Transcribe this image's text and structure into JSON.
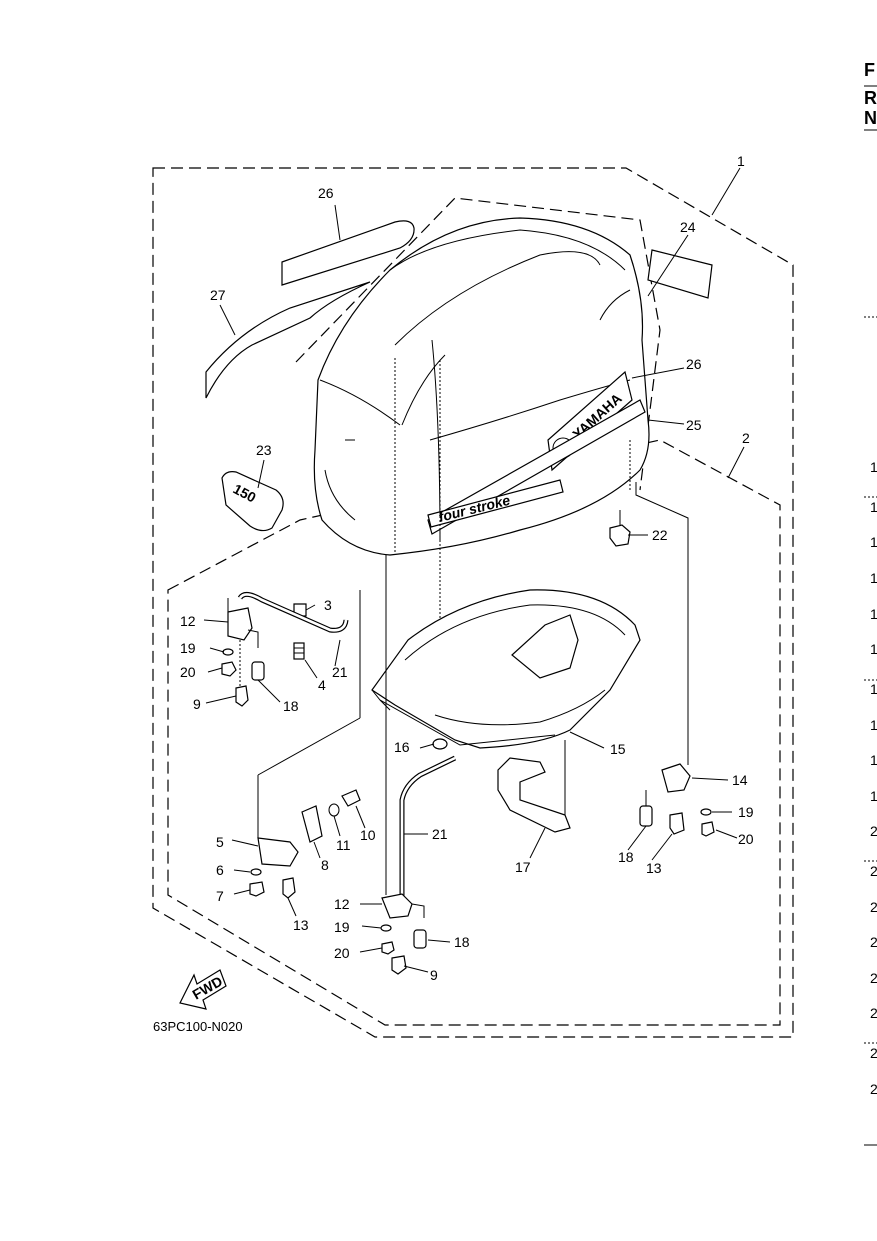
{
  "diagram": {
    "drawing_code": "63PC100-N020",
    "direction_label": "FWD",
    "cover_model": "150",
    "cover_text": "four stroke",
    "brand_mark": "YAMAHA",
    "callouts": [
      "1",
      "2",
      "3",
      "4",
      "5",
      "6",
      "7",
      "8",
      "9",
      "10",
      "11",
      "12",
      "13",
      "14",
      "15",
      "16",
      "17",
      "18",
      "19",
      "20",
      "21",
      "22",
      "23",
      "24",
      "25",
      "26",
      "27"
    ]
  },
  "right_edge": {
    "header_letters": [
      "F",
      "R",
      "N"
    ],
    "column_digits": [
      "1",
      "1",
      "1",
      "1",
      "1",
      "1",
      "1",
      "1",
      "1",
      "1",
      "2",
      "2",
      "2",
      "2",
      "2",
      "2",
      "2",
      "2"
    ]
  }
}
